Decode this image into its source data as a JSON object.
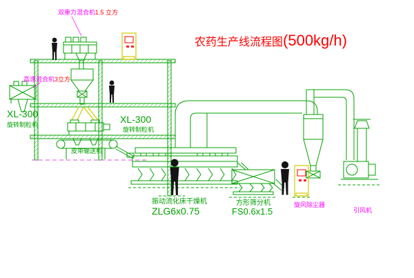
{
  "title": {
    "name": "农药生产线流程图",
    "capacity": "(500kg/h)"
  },
  "colors": {
    "background": "#ffffff",
    "machine_green": "#00a000",
    "duct_yellow": "#d2c800",
    "label_magenta": "#ff00ff",
    "title_red": "#ff0000",
    "figure_black": "#141414"
  },
  "equipment_labels": {
    "gravity_mixer": {
      "name": "双重力混合机",
      "size": "1.5 立方"
    },
    "high_speed_mixer": {
      "name": "高速混合机",
      "size": "3立方"
    },
    "granulator_left": {
      "model": "XL-300",
      "name": "旋转制粒机"
    },
    "granulator_center": {
      "model": "XL-300",
      "name": "旋转制粒机"
    },
    "belt_conveyor": {
      "name": "皮带输送机"
    },
    "fluid_bed_dryer": {
      "name": "振动流化床干燥机",
      "model": "ZLG6x0.75"
    },
    "square_sieve": {
      "name": "方形筛分机",
      "model": "FS0.6x1.5"
    },
    "cyclone_dust_collector": {
      "name": "旋风除尘器"
    },
    "induced_draft_fan": {
      "name": "引风机"
    }
  }
}
